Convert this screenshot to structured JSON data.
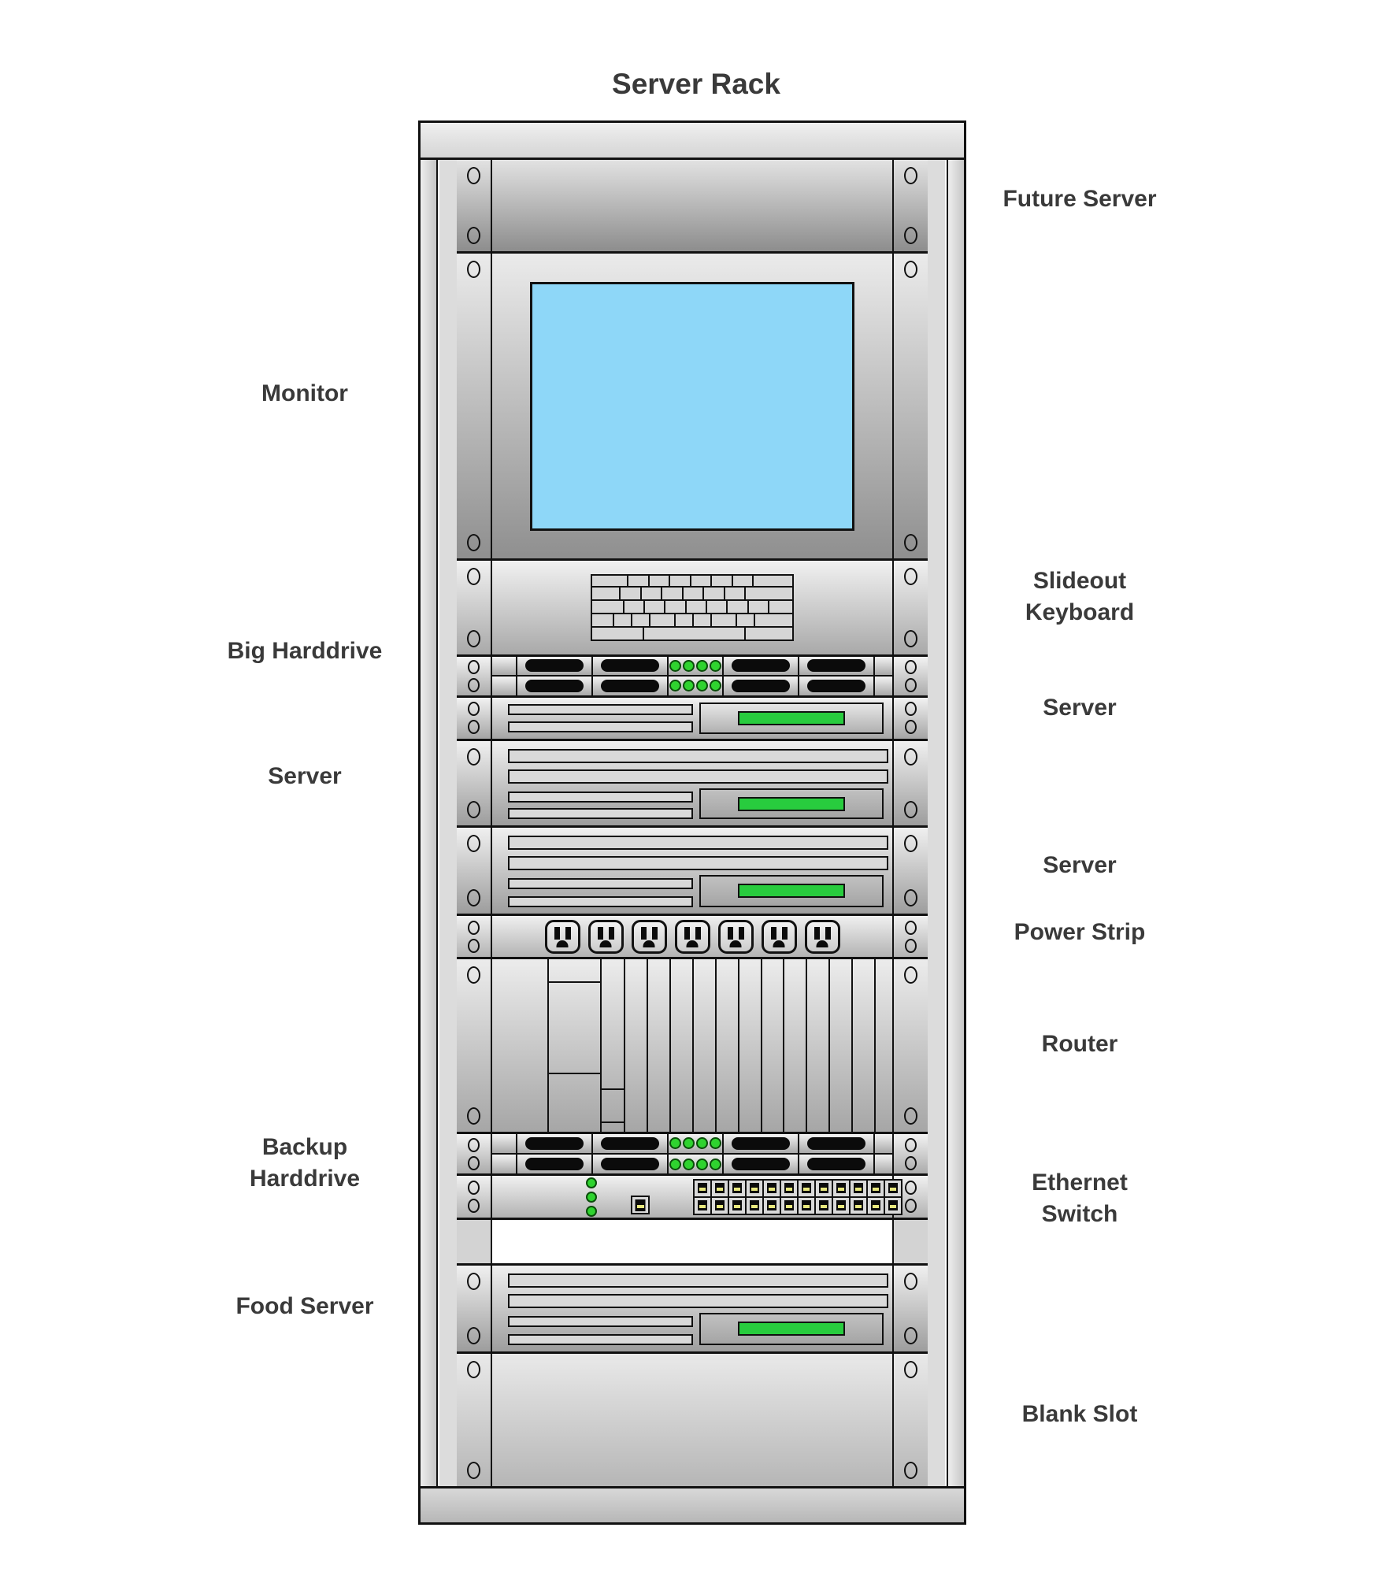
{
  "title": "Server Rack",
  "colors": {
    "screen_blue": "#8ED7F8",
    "led_green": "#2FD32F",
    "bar_green": "#28CC3E",
    "port_pin_yellow": "#E9E97E",
    "label_text": "#3A3A3A"
  },
  "labels": {
    "left": [
      {
        "text": "Monitor"
      },
      {
        "text": "Big Harddrive"
      },
      {
        "text": "Server"
      },
      {
        "text": "Backup\nHarddrive"
      },
      {
        "text": "Food Server"
      }
    ],
    "right": [
      {
        "text": "Future Server"
      },
      {
        "text": "Slideout\nKeyboard"
      },
      {
        "text": "Server"
      },
      {
        "text": "Server"
      },
      {
        "text": "Power Strip"
      },
      {
        "text": "Router"
      },
      {
        "text": "Ethernet\nSwitch"
      },
      {
        "text": "Blank Slot"
      }
    ]
  },
  "keyboard": {
    "rows": [
      [
        1.8,
        1,
        1,
        1,
        1,
        1,
        1,
        2
      ],
      [
        1.4,
        1,
        1,
        1,
        1,
        1,
        1,
        2.4
      ],
      [
        1.6,
        1,
        1,
        1,
        1,
        1,
        1,
        1,
        1.2
      ],
      [
        1.1,
        0.9,
        0.9,
        1.3,
        0.9,
        0.9,
        1.3,
        0.9,
        2
      ],
      [
        2.4,
        4.8,
        2.2
      ]
    ]
  },
  "harddrive": {
    "rows": 2,
    "pills_per_row": 4,
    "leds_per_row": 4
  },
  "power_strip": {
    "outlets": 7
  },
  "router": {
    "narrow_slots": 12
  },
  "ethernet_switch": {
    "status_leds": 3,
    "port_rows": 2,
    "port_cols": 12
  }
}
